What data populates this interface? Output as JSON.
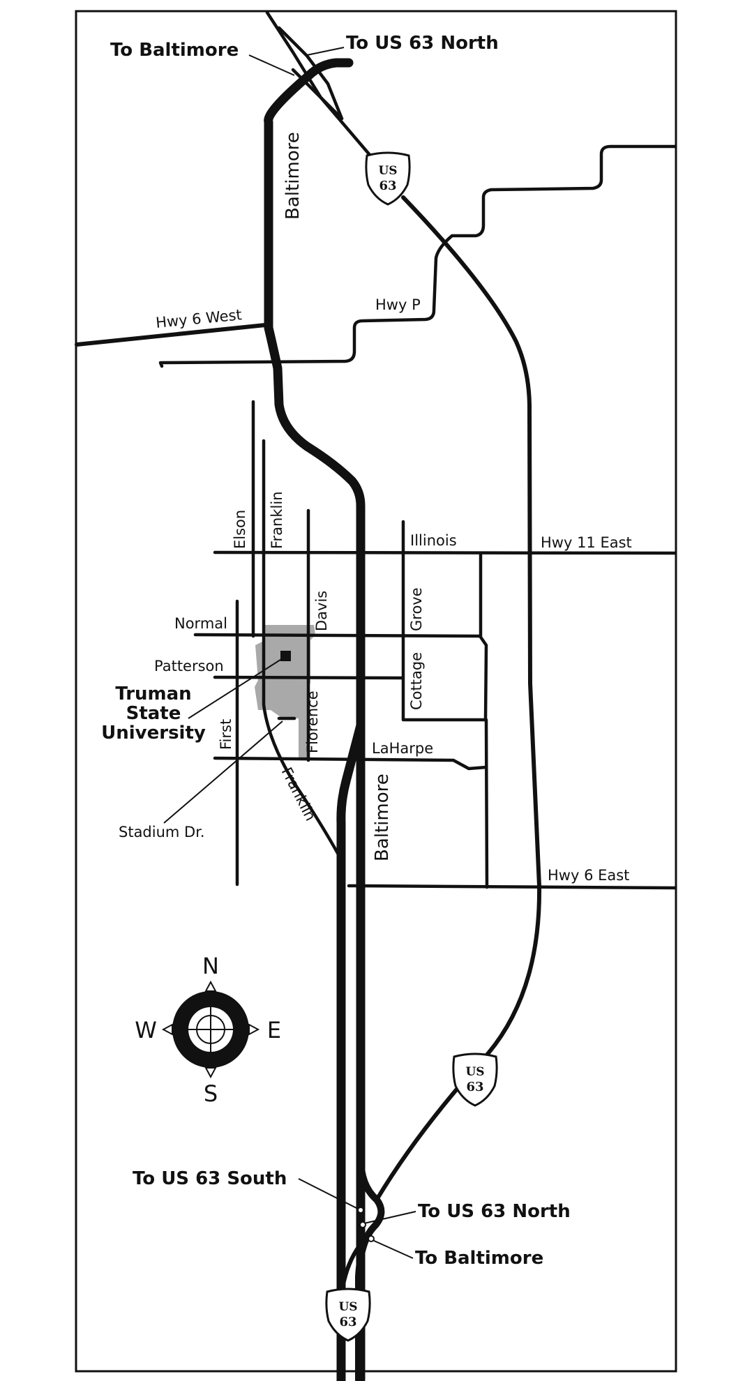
{
  "callouts": {
    "to_baltimore_top": "To Baltimore",
    "to_us63_north_top": "To US 63 North",
    "to_us63_south": "To US 63 South",
    "to_us63_north_bottom": "To US 63 North",
    "to_baltimore_bottom": "To Baltimore"
  },
  "roads": {
    "baltimore": "Baltimore",
    "hwy6_west": "Hwy 6 West",
    "hwy_p": "Hwy P",
    "hwy11_east": "Hwy 11 East",
    "hwy6_east": "Hwy 6 East",
    "illinois": "Illinois",
    "elson": "Elson",
    "franklin": "Franklin",
    "davis": "Davis",
    "grove": "Grove",
    "cottage": "Cottage",
    "normal": "Normal",
    "patterson": "Patterson",
    "first": "First",
    "florence": "Florence",
    "laharpe": "LaHarpe",
    "stadium": "Stadium Dr."
  },
  "university": {
    "line1": "Truman",
    "line2": "State",
    "line3": "University",
    "color": "#a9a9a9"
  },
  "shield": {
    "top": "US",
    "number": "63"
  },
  "compass": {
    "n": "N",
    "s": "S",
    "e": "E",
    "w": "W"
  },
  "colors": {
    "road": "#111111",
    "campus": "#a9a9a9",
    "background": "#ffffff"
  }
}
